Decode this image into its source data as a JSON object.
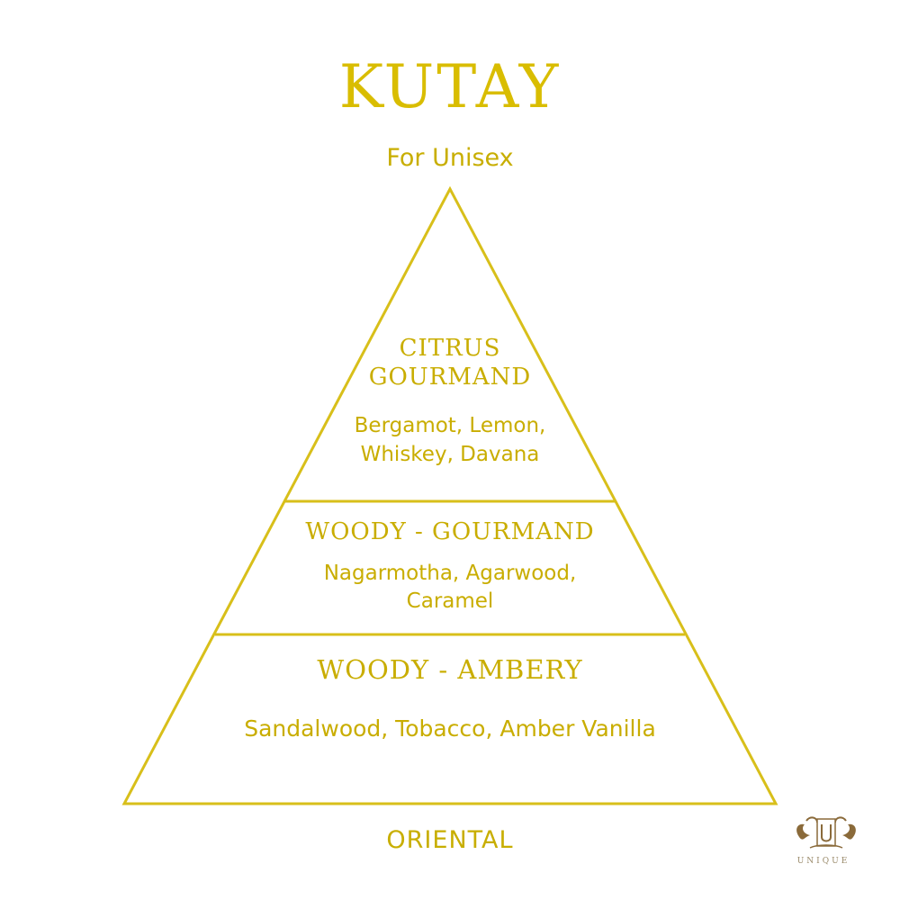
{
  "title": "KUTAY",
  "subtitle": "For Unisex",
  "tiers": [
    {
      "title_line1": "CITRUS",
      "title_line2": "GOURMAND",
      "notes_line1": "Bergamot, Lemon,",
      "notes_line2": "Whiskey, Davana"
    },
    {
      "title_line1": "WOODY - GOURMAND",
      "notes_line1": "Nagarmotha, Agarwood,",
      "notes_line2": "Caramel"
    },
    {
      "title_line1": "WOODY - AMBERY",
      "notes_line1": "Sandalwood, Tobacco, Amber Vanilla"
    }
  ],
  "footer": "ORIENTAL",
  "brand": "UNIQUE",
  "colors": {
    "gold": "#d4b800",
    "line": "#d8bf1a",
    "background": "#ffffff"
  }
}
